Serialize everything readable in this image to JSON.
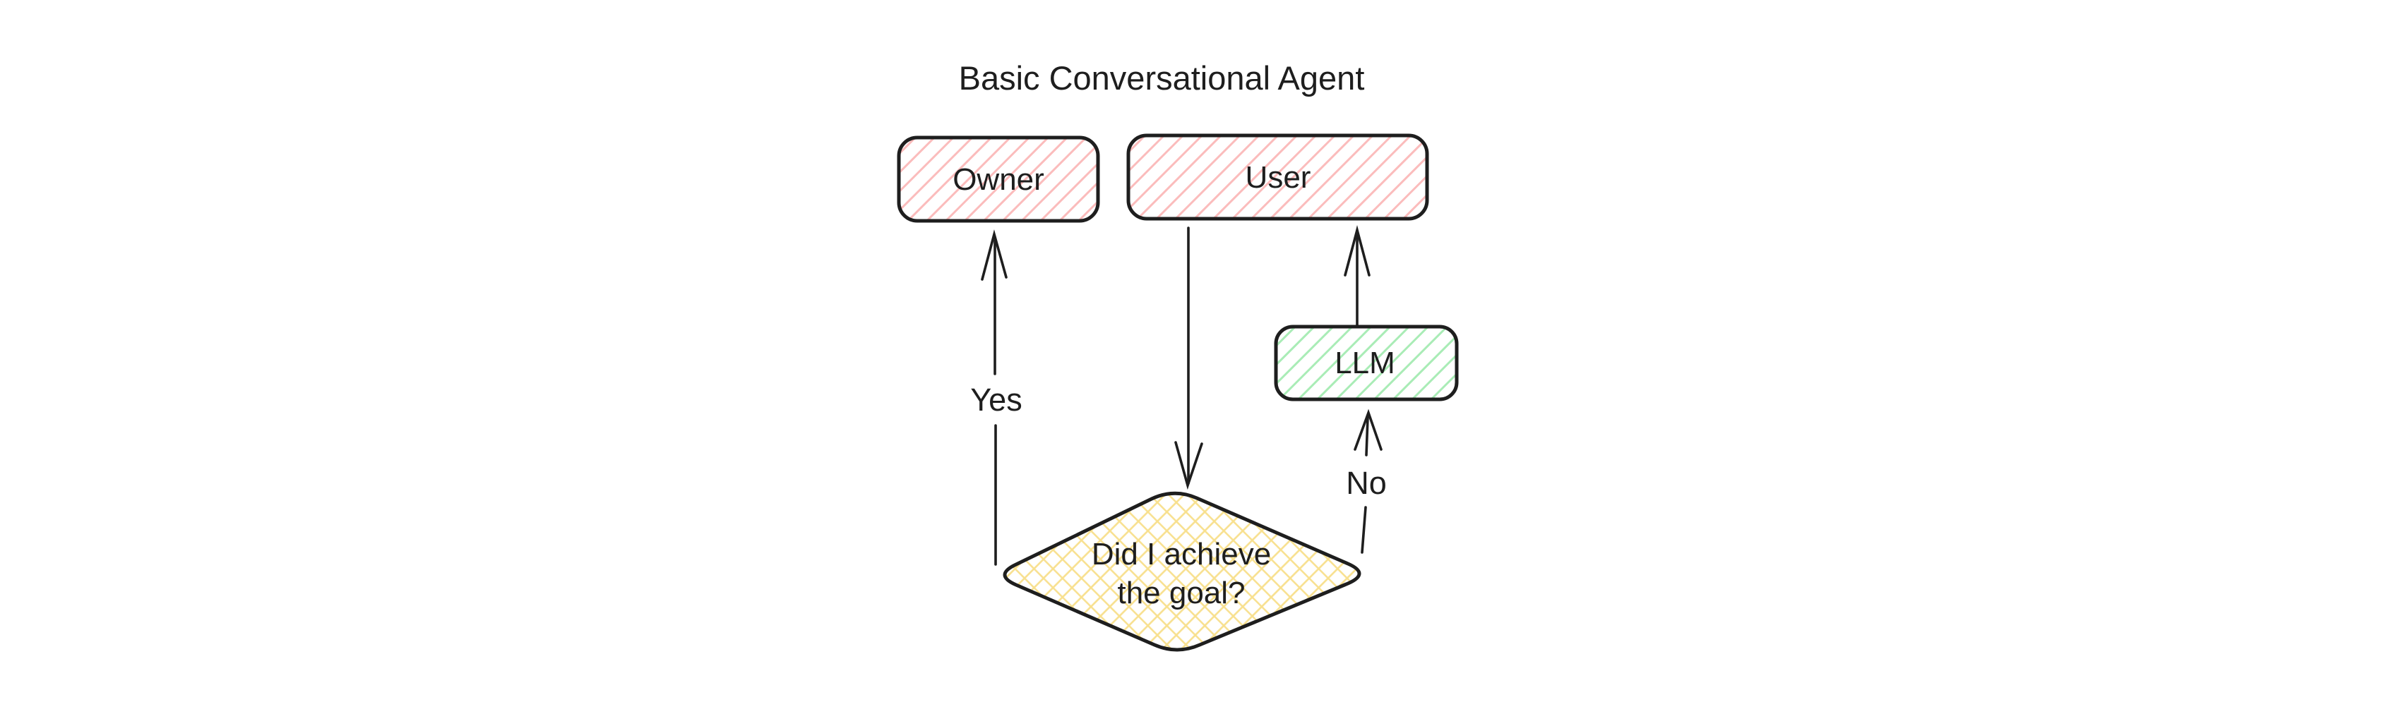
{
  "diagram": {
    "title": "Basic Conversational Agent",
    "nodes": {
      "owner": {
        "label": "Owner"
      },
      "user": {
        "label": "User"
      },
      "llm": {
        "label": "LLM"
      },
      "decision": {
        "label_line1": "Did I achieve",
        "label_line2": "the goal?"
      }
    },
    "edges": {
      "yes": {
        "label": "Yes"
      },
      "no": {
        "label": "No"
      },
      "user_to_decision": {
        "label": ""
      },
      "llm_to_user": {
        "label": ""
      }
    },
    "colors": {
      "stroke": "#1e1e1e",
      "red_hatch": "#fbbcbc",
      "green_hatch": "#a9ecb6",
      "yellow_hatch": "#f8e08e",
      "background": "#ffffff"
    }
  }
}
